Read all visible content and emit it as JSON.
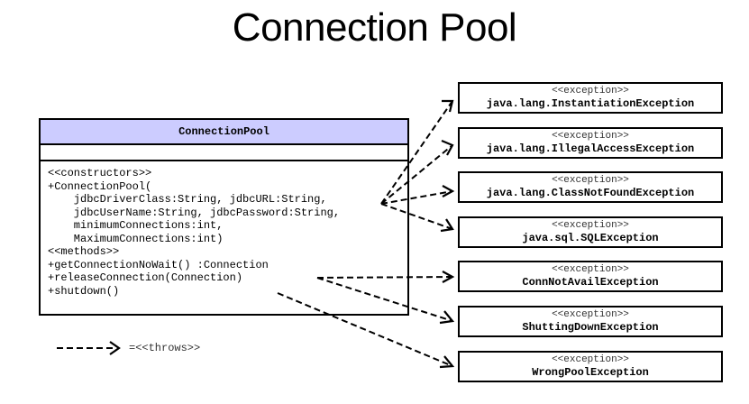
{
  "title": "Connection Pool",
  "class": {
    "name": "ConnectionPool",
    "lines": [
      "<<constructors>>",
      "+ConnectionPool(",
      "    jdbcDriverClass:String, jdbcURL:String,",
      "    jdbcUserName:String, jdbcPassword:String,",
      "    minimumConnections:int,",
      "    MaximumConnections:int)",
      "<<methods>>",
      "+getConnectionNoWait() :Connection",
      "+releaseConnection(Connection)",
      "+shutdown()"
    ]
  },
  "exceptions": [
    {
      "stereotype": "<<exception>>",
      "name": "java.lang.InstantiationException"
    },
    {
      "stereotype": "<<exception>>",
      "name": "java.lang.IllegalAccessException"
    },
    {
      "stereotype": "<<exception>>",
      "name": "java.lang.ClassNotFoundException"
    },
    {
      "stereotype": "<<exception>>",
      "name": "java.sql.SQLException"
    },
    {
      "stereotype": "<<exception>>",
      "name": "ConnNotAvailException"
    },
    {
      "stereotype": "<<exception>>",
      "name": "ShuttingDownException"
    },
    {
      "stereotype": "<<exception>>",
      "name": "WrongPoolException"
    }
  ],
  "legend": {
    "label": "=<<throws>>"
  }
}
